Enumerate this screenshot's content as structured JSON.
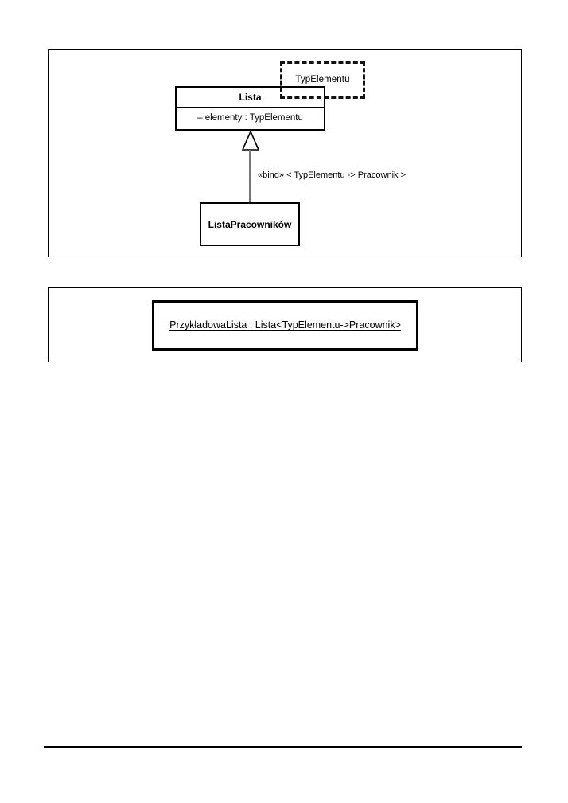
{
  "page": {
    "background_color": "#ffffff",
    "line_color": "#000000",
    "connector_color": "#777777"
  },
  "panel_class_diagram": {
    "name": "uml-template-class-diagram",
    "template_parameter_box": {
      "label": "TypElementu",
      "border_style": "dashed"
    },
    "class_lista": {
      "name": "Lista",
      "attributes": [
        "– elementy : TypElementu"
      ]
    },
    "generalization": {
      "arrow_type": "hollow-triangle",
      "stereotype_label": "«bind» < TypElementu -> Pracownik >"
    },
    "class_subclass": {
      "name": "ListaPracowników"
    }
  },
  "panel_object_diagram": {
    "name": "uml-object-diagram",
    "object_instance": {
      "label": "PrzykładowaLista : Lista<TypElementu->Pracownik>",
      "underlined": true
    }
  }
}
